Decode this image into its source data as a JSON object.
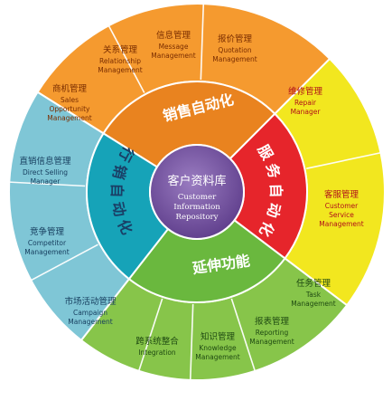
{
  "center": {
    "title": "客户资料库",
    "subtitle_lines": [
      "Customer",
      "Information",
      "Repository"
    ],
    "color": "#7b56a4"
  },
  "inner_ring": [
    {
      "label": "销售自动化",
      "color": "#e9831f"
    },
    {
      "label": "服务自动化",
      "color": "#e6252b"
    },
    {
      "label": "延伸功能",
      "color": "#6ab83e"
    },
    {
      "label": "行销自动化",
      "color": "#16a3b8"
    }
  ],
  "outer_sectors": {
    "sales_color": "#f59a2f",
    "service_color": "#f2e71f",
    "extension_color": "#87c54a",
    "marketing_color": "#7fc6d6"
  },
  "modules": {
    "relationship": {
      "cn": "关系管理",
      "en": [
        "Relationship",
        "Management"
      ]
    },
    "message": {
      "cn": "信息管理",
      "en": [
        "Message",
        "Management"
      ]
    },
    "quotation": {
      "cn": "报价管理",
      "en": [
        "Quotation",
        "Management"
      ]
    },
    "sales_opportunity": {
      "cn": "商机管理",
      "en": [
        "Sales",
        "Opportunity",
        "Management"
      ]
    },
    "repair": {
      "cn": "维修管理",
      "en": [
        "Repair",
        "Manager"
      ]
    },
    "customer_service": {
      "cn": "客服管理",
      "en": [
        "Customer",
        "Service",
        "Management"
      ]
    },
    "task": {
      "cn": "任务管理",
      "en": [
        "Task",
        "Management"
      ]
    },
    "reporting": {
      "cn": "报表管理",
      "en": [
        "Reporting",
        "Management"
      ]
    },
    "knowledge": {
      "cn": "知识管理",
      "en": [
        "Knowledge",
        "Management"
      ]
    },
    "integration": {
      "cn": "跨系统整合",
      "en": [
        "Integration"
      ]
    },
    "campaign": {
      "cn": "市场活动管理",
      "en": [
        "Campaign",
        "Management"
      ]
    },
    "competitor": {
      "cn": "竞争管理",
      "en": [
        "Competitor",
        "Management"
      ]
    },
    "direct_selling": {
      "cn": "直销信息管理",
      "en": [
        "Direct Selling",
        "Manager"
      ]
    }
  }
}
